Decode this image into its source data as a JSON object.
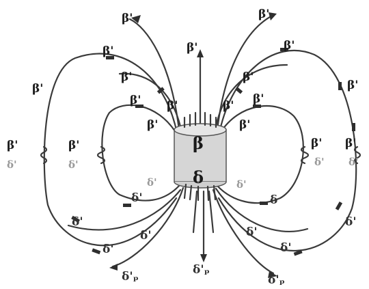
{
  "diagram": {
    "beta_prime": "β'",
    "delta_prime": "δ'",
    "delta_prime_p": "δ'ₚ",
    "center_top": "β",
    "center_bottom": "δ",
    "delta_small": "δ"
  }
}
